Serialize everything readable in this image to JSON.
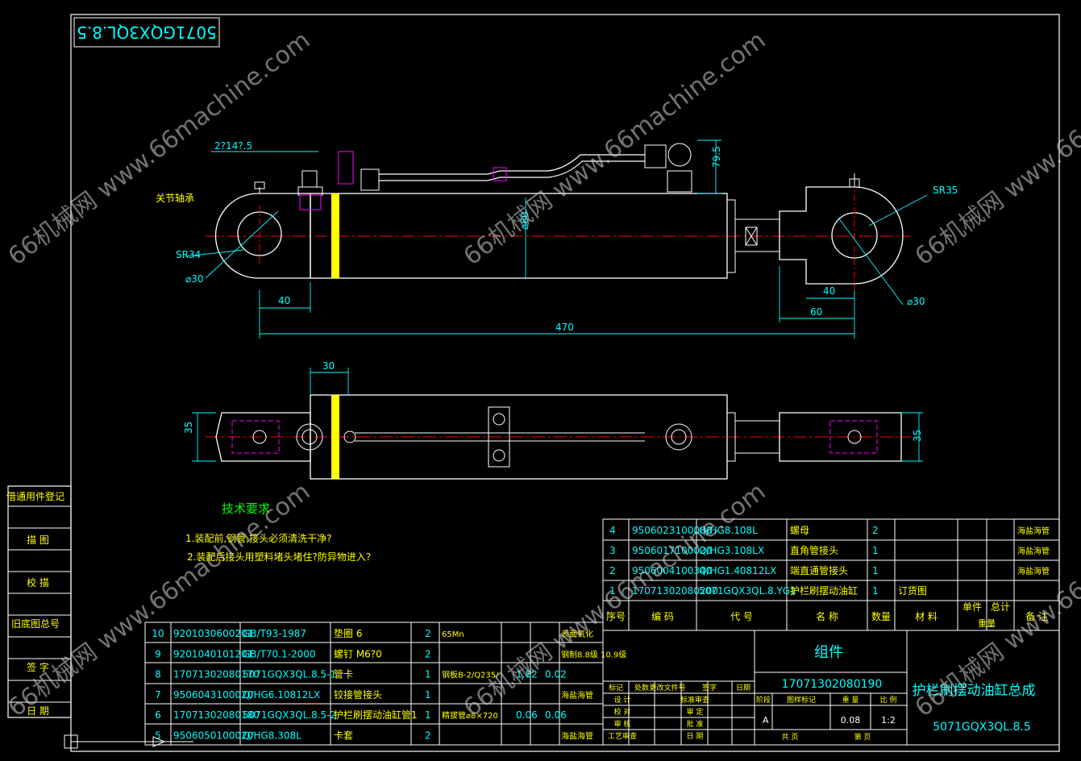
{
  "drawing_code_top": "5071GQX3QL.8.5",
  "labels": {
    "bearing": "关节轴承",
    "sr34": "SR34",
    "dia30_left": "⌀30",
    "dim_2x14": "2?14?.5",
    "dim_79_5": "79.5",
    "dia_rod": "⌀60",
    "sr35": "SR35",
    "dia30_right": "⌀30",
    "dim_40_left": "40",
    "dim_40_right": "40",
    "dim_60": "60",
    "dim_470": "470",
    "dim_30": "30",
    "dim_35_left": "35",
    "dim_35_right": "35"
  },
  "notes": {
    "title": "技术要求",
    "line1": "1.装配前,钢管,接头必须清洗干净?",
    "line2": "2.装配后接头用塑料堵头堵住?防异物进入?"
  },
  "side_labels": [
    "借通用件登记",
    "描 图",
    "校 描",
    "旧底图总号",
    "签 字",
    "日 期"
  ],
  "parts_left": [
    [
      "10",
      "9201030600201",
      "GB/T93-1987",
      "垫圈 6",
      "2",
      "65Mn",
      "",
      "",
      "表面氧化"
    ],
    [
      "9",
      "9201040101201",
      "GB/T70.1-2000",
      "螺钉 M6?0",
      "2",
      "",
      "",
      "",
      "钢制8.8级 10.9级"
    ],
    [
      "8",
      "17071302080170",
      "5071GQX3QL.8.5-1",
      "管卡",
      "1",
      "钢板B-2/Q235/",
      "1.82",
      "0.02",
      ""
    ],
    [
      "7",
      "9506043100020",
      "Q/HG6.10812LX",
      "铰接管接头",
      "1",
      "",
      "",
      "",
      "海盐海管"
    ],
    [
      "6",
      "17071302080180",
      "5071GQX3QL.8.5-2",
      "护栏刷摆动油缸管1",
      "1",
      "精拔管⌀8×720",
      "0.06",
      "0.06",
      ""
    ],
    [
      "5",
      "9506050100020",
      "Q/HG8.308L",
      "卡套",
      "2",
      "",
      "",
      "",
      "海盐海管"
    ]
  ],
  "parts_right": [
    [
      "4",
      "9506023100080",
      "Q/HG8.108L",
      "螺母",
      "2",
      "",
      "",
      "",
      "海盐海管"
    ],
    [
      "3",
      "9506017100020",
      "Q/HG3.108LX",
      "直角管接头",
      "1",
      "",
      "",
      "",
      "海盐海管"
    ],
    [
      "2",
      "9506004100340",
      "Q/HG1.40812LX",
      "端直通管接头",
      "1",
      "",
      "",
      "",
      "海盐海管"
    ],
    [
      "1",
      "17071302080200",
      "5071GQX3QL.8.YG1",
      "护栏刷摆动油缸",
      "1",
      "订货图",
      "",
      "",
      ""
    ]
  ],
  "parts_header": [
    "序号",
    "编 码",
    "代 号",
    "名 称",
    "数量",
    "材 料",
    "单件",
    "总计",
    "备 注"
  ],
  "parts_header_weight": "重量",
  "title_block": {
    "type": "组件",
    "code": "17071302080190",
    "name": "护栏刷摆动油缸总成",
    "drawing_no": "5071GQX3QL.8.5",
    "stage": "A",
    "weight": "0.08",
    "scale": "1:2",
    "hdr_row": [
      "标记",
      "处数",
      "更改文件号",
      "签字",
      "日期"
    ],
    "left_rows": [
      "设 计",
      "校 对",
      "审 核",
      "工艺审查"
    ],
    "mid_rows": [
      "标准审查",
      "审 定",
      "批 准",
      "日 期"
    ],
    "stage_hdr": [
      "阶段",
      "图样标记",
      "重 量",
      "比 例"
    ],
    "sheet": [
      "共 页",
      "第 页"
    ]
  },
  "watermarks": [
    "66机械网 www.66machine.com"
  ],
  "colors": {
    "cad_cyan": "#00ffff",
    "cad_white": "#ffffff",
    "cad_green": "#00ff00",
    "cad_red": "#ff0000",
    "cad_yellow": "#ffff00",
    "cad_magenta": "#ff00ff"
  }
}
